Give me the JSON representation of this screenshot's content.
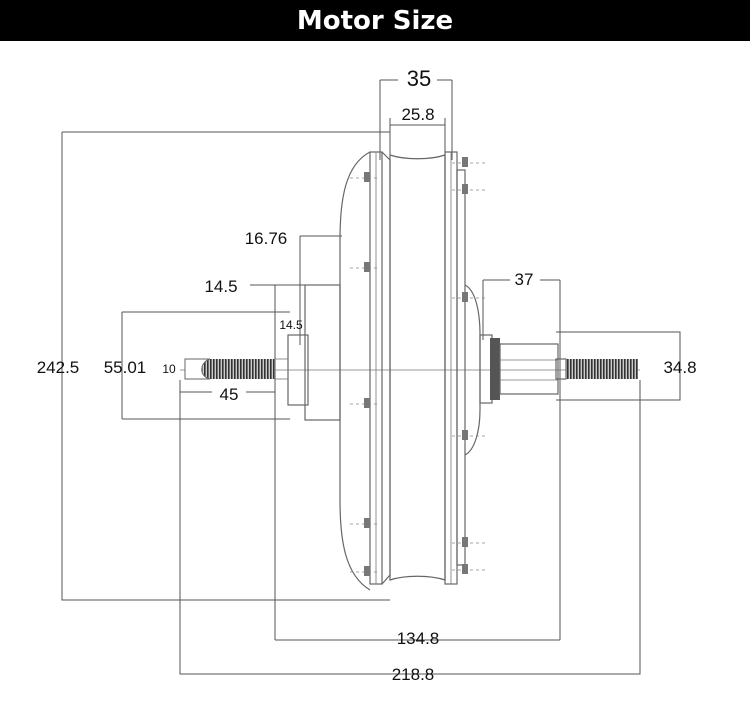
{
  "title": "Motor Size",
  "dimensions": {
    "d35": "35",
    "d25_8": "25.8",
    "d16_76": "16.76",
    "d14_5_outer": "14.5",
    "d14_5_inner": "14.5",
    "d37": "37",
    "d242_5": "242.5",
    "d55_01": "55.01",
    "d10": "10",
    "d45": "45",
    "d34_8": "34.8",
    "d134_8": "134.8",
    "d218_8": "218.8"
  },
  "colors": {
    "header_bg": "#000000",
    "header_text": "#ffffff",
    "line": "#555555",
    "shaft_thread": "#333333"
  }
}
